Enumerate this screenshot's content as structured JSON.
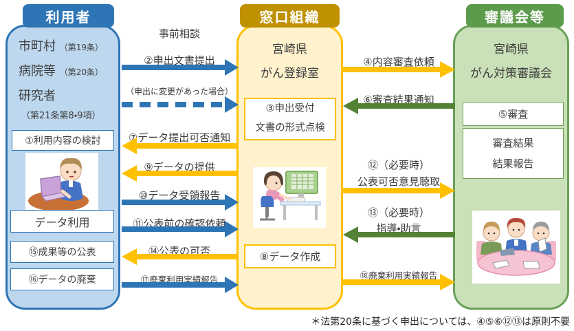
{
  "users": {
    "header": "利用者",
    "lines": [
      {
        "text": "市町村",
        "note": "（第19条）"
      },
      {
        "text": "病院等",
        "note": "（第20条）"
      },
      {
        "text": "研究者",
        "note": ""
      }
    ],
    "clause_note": "（第21条第8・9項）",
    "box_review": "①利用内容の検討",
    "box_use": "データ利用",
    "box_publish": "⑮成果等の公表",
    "box_discard": "⑯データの廃棄"
  },
  "office": {
    "header": "窓口組織",
    "name_line1": "宮崎県",
    "name_line2": "がん登録室",
    "box_accept_line1": "③申出受付",
    "box_accept_line2": "文書の形式点検",
    "box_create": "⑧データ作成"
  },
  "council": {
    "header": "審議会等",
    "name_line1": "宮崎県",
    "name_line2": "がん対策審議会",
    "box_review": "⑤審査",
    "box_result_line1": "審査結果",
    "box_result_line2": "結果報告"
  },
  "left_flows": [
    {
      "label": "事前相談"
    },
    {
      "label": "②申出文書提出"
    },
    {
      "label": "（申出に変更があった場合）"
    },
    {
      "label": "⑦データ提出可否通知"
    },
    {
      "label": "⑨データの提供"
    },
    {
      "label": "⑩データ受領報告"
    },
    {
      "label": "⑪公表前の確認依頼"
    },
    {
      "label": "⑭公表の可否"
    },
    {
      "label": "⑰廃棄利用実績報告"
    }
  ],
  "right_flows": [
    {
      "label": "④内容審査依頼"
    },
    {
      "label": "⑥審査結果通知"
    },
    {
      "label": "⑫（必要時）",
      "label2": "公表可否意見聴取"
    },
    {
      "label": "⑬（必要時）",
      "label2": "指導・助言"
    },
    {
      "label": "⑱廃棄利用実績報告"
    }
  ],
  "footnote": "＊法第20条に基づく申出については、④⑤⑥⑫⑬は原則不要",
  "colors": {
    "blue": "#2E75B6",
    "light_blue": "#BDD7EE",
    "gold_header": "#BF9000",
    "yellow": "#FFC000",
    "light_yellow": "#FFF2CC",
    "green": "#548235",
    "green_header": "#5D9B4C",
    "light_green": "#C9E0B8"
  }
}
